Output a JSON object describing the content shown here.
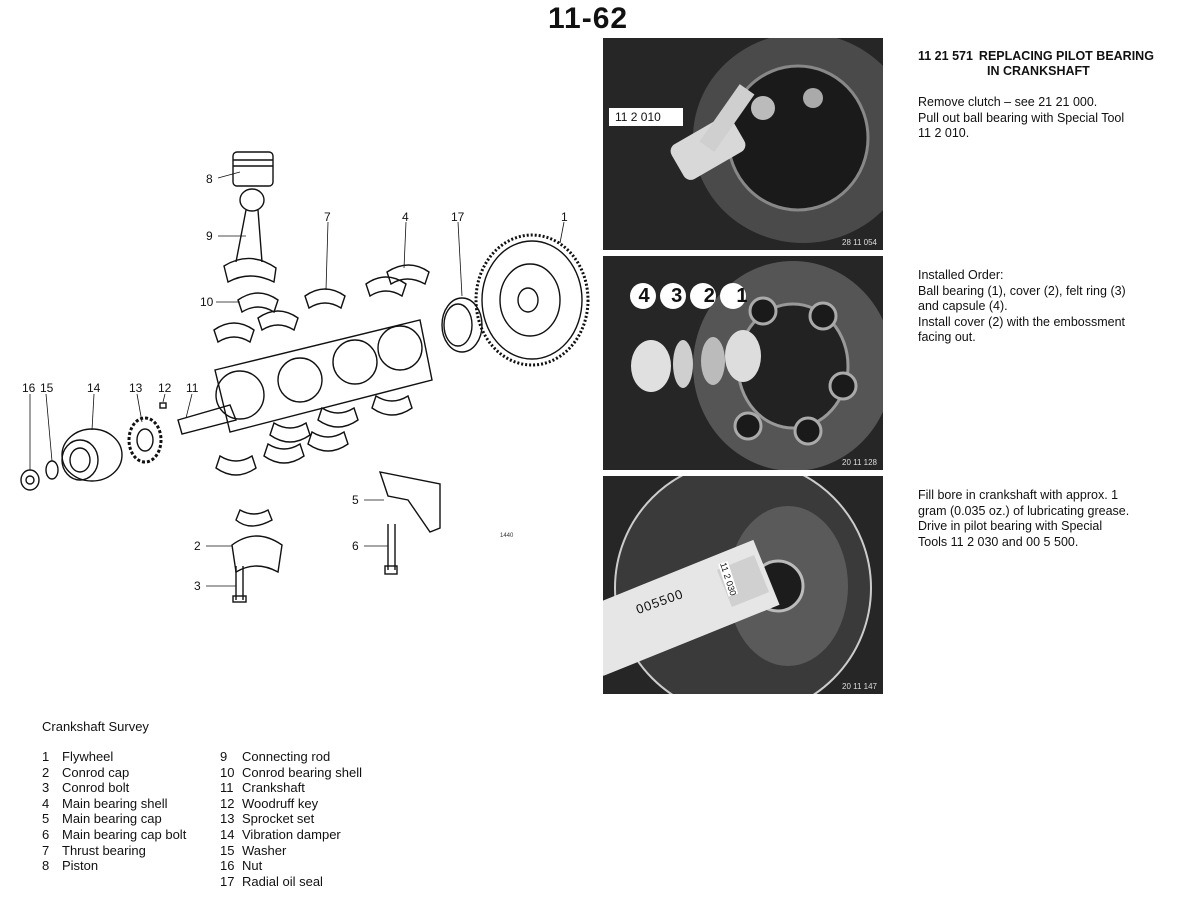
{
  "page_number": "11-62",
  "procedure": {
    "code": "11 21 571",
    "title_line1": "REPLACING PILOT BEARING",
    "title_line2": "IN CRANKSHAFT"
  },
  "steps": [
    {
      "text": "Remove clutch – see 21 21 000.\nPull out ball bearing with Special Tool\n11 2 010."
    },
    {
      "text": "Installed Order:\nBall bearing (1), cover (2), felt ring (3)\nand capsule (4).\nInstall cover (2) with the embossment\nfacing out."
    },
    {
      "text": "Fill bore in crankshaft with approx. 1\ngram (0.035 oz.) of lubricating grease.\nDrive in pilot bearing with Special\nTools 11 2 030 and 00 5 500."
    }
  ],
  "photos": [
    {
      "code": "28 11 054",
      "tool_label": "11 2 010"
    },
    {
      "code": "20 11 128",
      "numbers": [
        "4",
        "3",
        "2",
        "1"
      ]
    },
    {
      "code": "20 11 147",
      "tool_label_1": "005500",
      "tool_label_2": "11 2 030"
    }
  ],
  "diagram": {
    "figure_code": "1440",
    "callouts": [
      "1",
      "2",
      "3",
      "4",
      "5",
      "6",
      "7",
      "8",
      "9",
      "10",
      "11",
      "12",
      "13",
      "14",
      "15",
      "16",
      "17"
    ]
  },
  "survey": {
    "title": "Crankshaft Survey",
    "items_col1": [
      {
        "num": "1",
        "label": "Flywheel"
      },
      {
        "num": "2",
        "label": "Conrod cap"
      },
      {
        "num": "3",
        "label": "Conrod bolt"
      },
      {
        "num": "4",
        "label": "Main bearing shell"
      },
      {
        "num": "5",
        "label": "Main bearing cap"
      },
      {
        "num": "6",
        "label": "Main bearing cap bolt"
      },
      {
        "num": "7",
        "label": "Thrust bearing"
      },
      {
        "num": "8",
        "label": "Piston"
      }
    ],
    "items_col2": [
      {
        "num": "9",
        "label": "Connecting rod"
      },
      {
        "num": "10",
        "label": "Conrod bearing shell"
      },
      {
        "num": "11",
        "label": "Crankshaft"
      },
      {
        "num": "12",
        "label": "Woodruff key"
      },
      {
        "num": "13",
        "label": "Sprocket set"
      },
      {
        "num": "14",
        "label": "Vibration damper"
      },
      {
        "num": "15",
        "label": "Washer"
      },
      {
        "num": "16",
        "label": "Nut"
      },
      {
        "num": "17",
        "label": "Radial oil seal"
      }
    ]
  }
}
